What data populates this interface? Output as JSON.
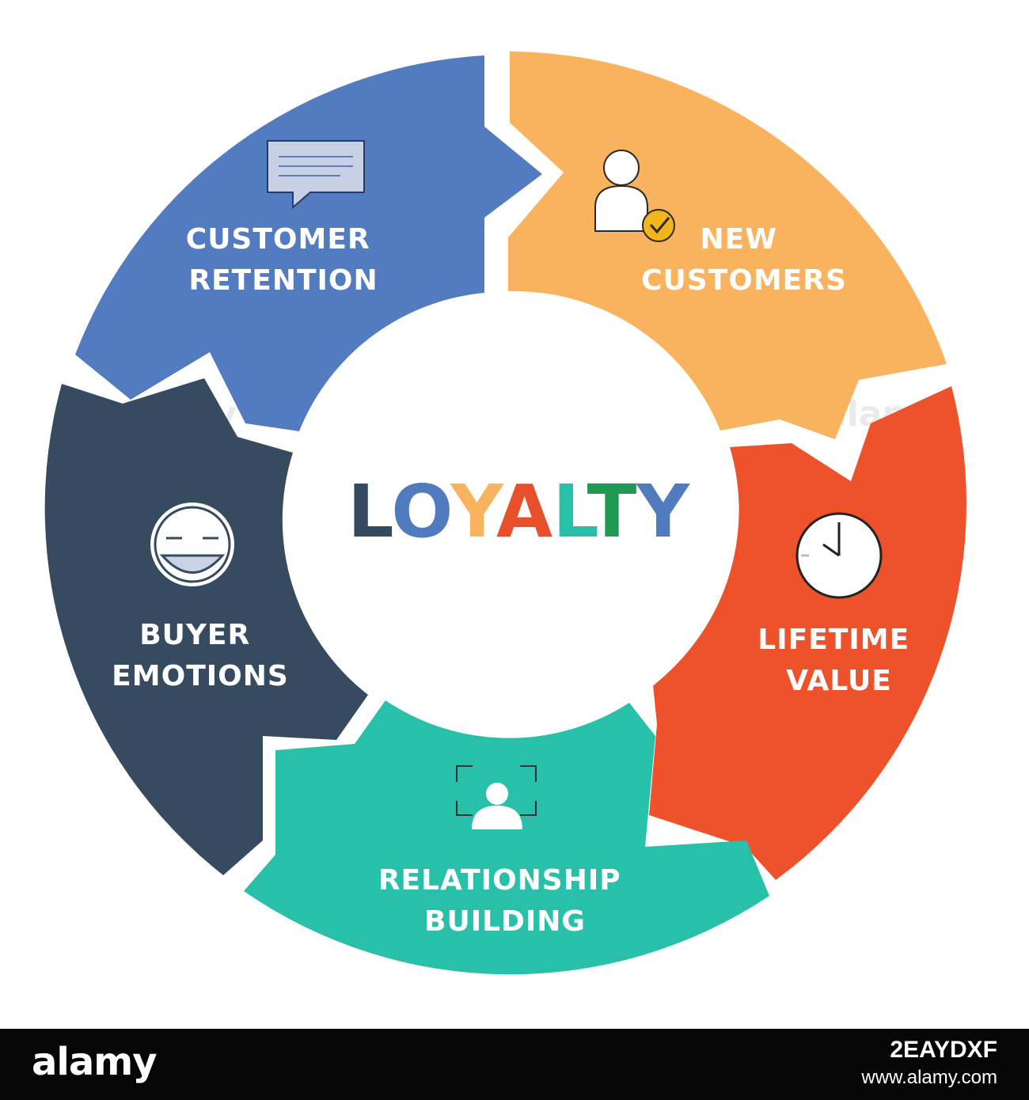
{
  "diagram": {
    "center": {
      "letters": [
        {
          "char": "L",
          "color": "#354a60"
        },
        {
          "char": "O",
          "color": "#517bbf"
        },
        {
          "char": "Y",
          "color": "#f9b25d"
        },
        {
          "char": "A",
          "color": "#e8502b"
        },
        {
          "char": "L",
          "color": "#28c0a8"
        },
        {
          "char": "T",
          "color": "#1e9a52"
        },
        {
          "char": "Y",
          "color": "#517bbf"
        }
      ]
    },
    "segments": [
      {
        "line1": "CUSTOMER",
        "line2": "RETENTION",
        "color": "#537bbf",
        "icon": "chat-bubble-icon"
      },
      {
        "line1": "NEW",
        "line2": "CUSTOMERS",
        "color": "#f9b25d",
        "icon": "user-check-icon"
      },
      {
        "line1": "LIFETIME",
        "line2": "VALUE",
        "color": "#ee522b",
        "icon": "clock-icon"
      },
      {
        "line1": "RELATIONSHIP",
        "line2": "BUILDING",
        "color": "#29c0a9",
        "icon": "user-focus-icon"
      },
      {
        "line1": "BUYER",
        "line2": "EMOTIONS",
        "color": "#364a60",
        "icon": "smile-icon"
      }
    ]
  },
  "watermark": "alamy",
  "footer": {
    "logo": "alamy",
    "image_id": "2EAYDXF",
    "url": "www.alamy.com"
  }
}
